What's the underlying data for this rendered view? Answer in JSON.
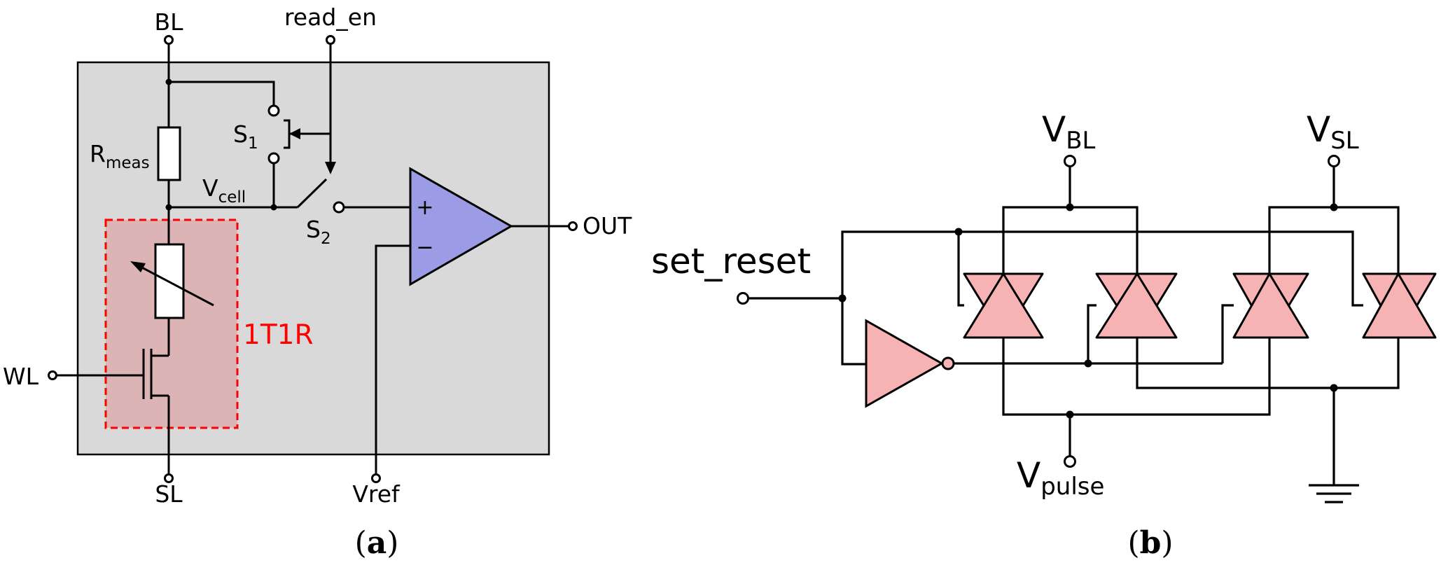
{
  "panel_a": {
    "labels": {
      "bl": "BL",
      "read_en": "read_en",
      "s1_main": "S",
      "s1_sub": "1",
      "s2_main": "S",
      "s2_sub": "2",
      "rmeas_main": "R",
      "rmeas_sub": "meas",
      "vcell_main": "V",
      "vcell_sub": "cell",
      "one_t_one_r": "1T1R",
      "wl": "WL",
      "sl": "SL",
      "vref": "Vref",
      "out": "OUT",
      "plus": "+",
      "minus": "−"
    },
    "caption_letter": "a",
    "colors": {
      "panel_background": "#d9d9d9",
      "highlight_fill": "#dcb4b6",
      "highlight_border": "#ff0000",
      "label_1t1r": "#ff0000",
      "opamp_fill": "#9b9be6"
    }
  },
  "panel_b": {
    "labels": {
      "set_reset": "set_reset",
      "vbl_main": "V",
      "vbl_sub": "BL",
      "vsl_main": "V",
      "vsl_sub": "SL",
      "vpulse_main": "V",
      "vpulse_sub": "pulse"
    },
    "caption_letter": "b",
    "colors": {
      "gate_fill": "#f7b3b4"
    }
  }
}
